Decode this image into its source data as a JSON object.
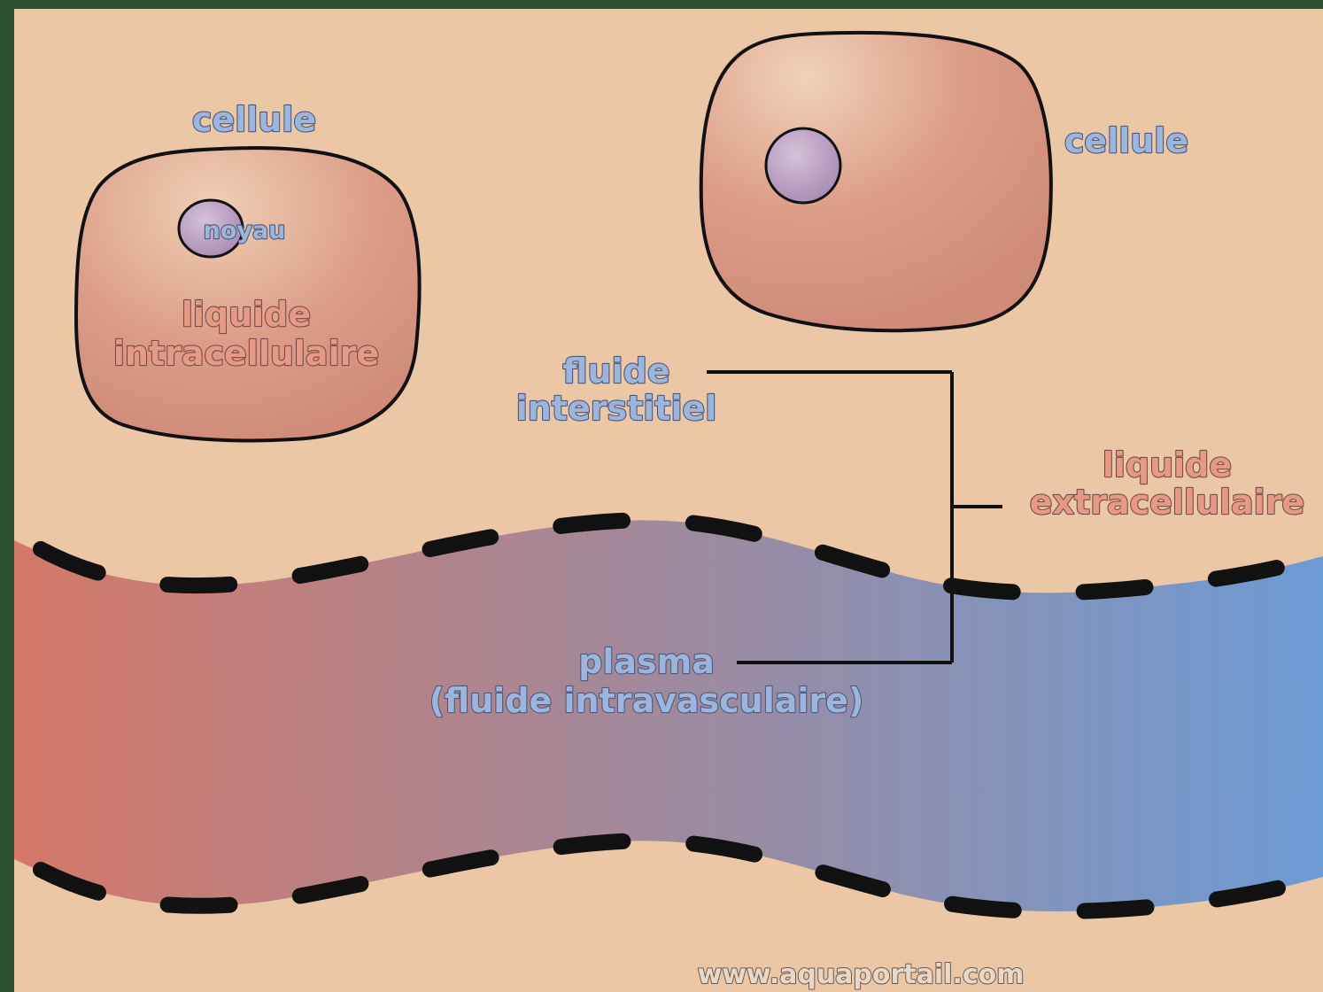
{
  "colors": {
    "frame": "#2d5030",
    "background": "#ebc7a5",
    "cell_fill": "#d89888",
    "nucleus_fill": "#b89cc0",
    "outline": "#111111",
    "vessel_left": "#d47868",
    "vessel_right": "#6c9ad4",
    "label_blue": "#9db4dc",
    "label_red": "#e49a86"
  },
  "labels": {
    "cell_left": "cellule",
    "nucleus": "noyau",
    "intracellular_line1": "liquide",
    "intracellular_line2": "intracellulaire",
    "cell_right": "cellule",
    "interstitial_line1": "fluide",
    "interstitial_line2": "interstitiel",
    "extracellular_line1": "liquide",
    "extracellular_line2": "extracellulaire",
    "plasma_line1": "plasma",
    "plasma_line2": "(fluide intravasculaire)",
    "website": "www.aquaportail.com"
  }
}
